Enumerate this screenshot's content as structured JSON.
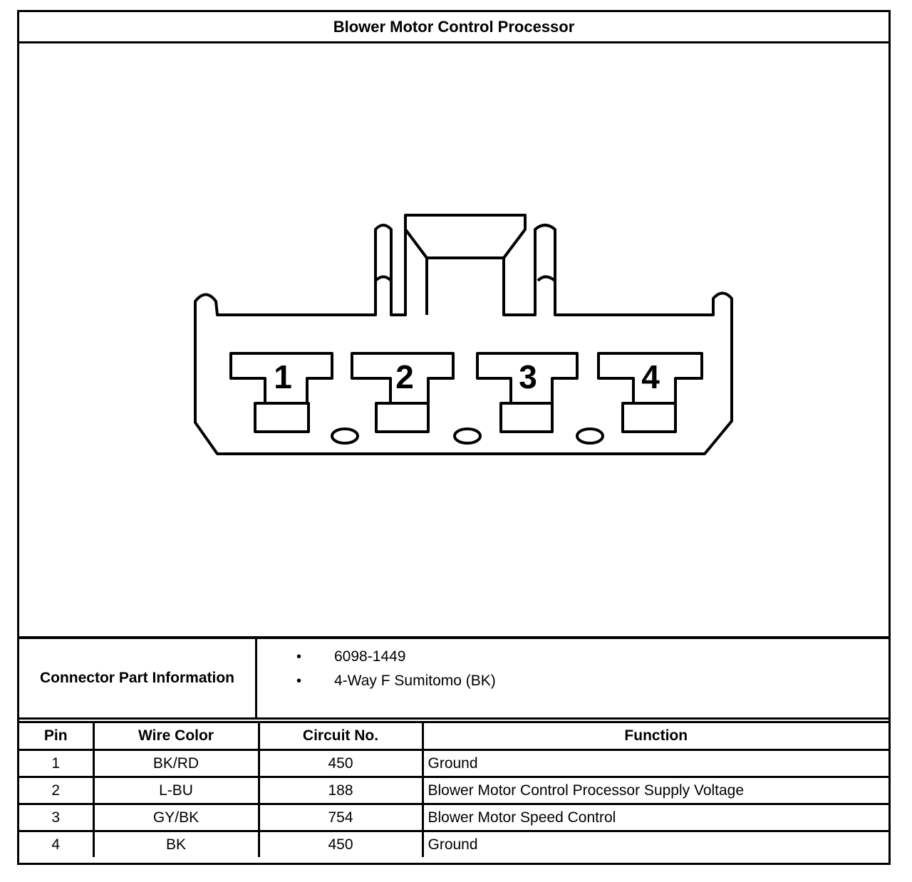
{
  "title": "Blower Motor Control Processor",
  "connector_info": {
    "label": "Connector Part Information",
    "items": [
      "6098-1449",
      "4-Way F Sumitomo (BK)"
    ]
  },
  "diagram": {
    "terminals": [
      "1",
      "2",
      "3",
      "4"
    ]
  },
  "table": {
    "headers": {
      "pin": "Pin",
      "wire_color": "Wire Color",
      "circuit_no": "Circuit No.",
      "function": "Function"
    },
    "rows": [
      {
        "pin": "1",
        "wire_color": "BK/RD",
        "circuit_no": "450",
        "function": "Ground"
      },
      {
        "pin": "2",
        "wire_color": "L-BU",
        "circuit_no": "188",
        "function": "Blower Motor Control Processor Supply Voltage"
      },
      {
        "pin": "3",
        "wire_color": "GY/BK",
        "circuit_no": "754",
        "function": "Blower Motor Speed Control"
      },
      {
        "pin": "4",
        "wire_color": "BK",
        "circuit_no": "450",
        "function": "Ground"
      }
    ]
  }
}
